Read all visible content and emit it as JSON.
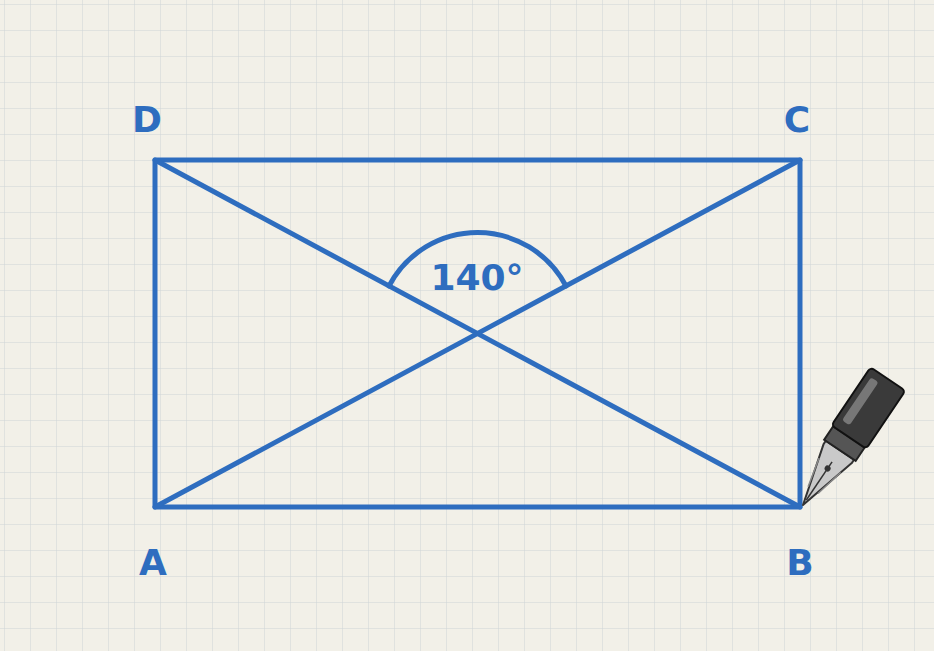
{
  "diagram": {
    "labels": [
      "D",
      "C",
      "A",
      "B",
      "140°"
    ]
  }
}
